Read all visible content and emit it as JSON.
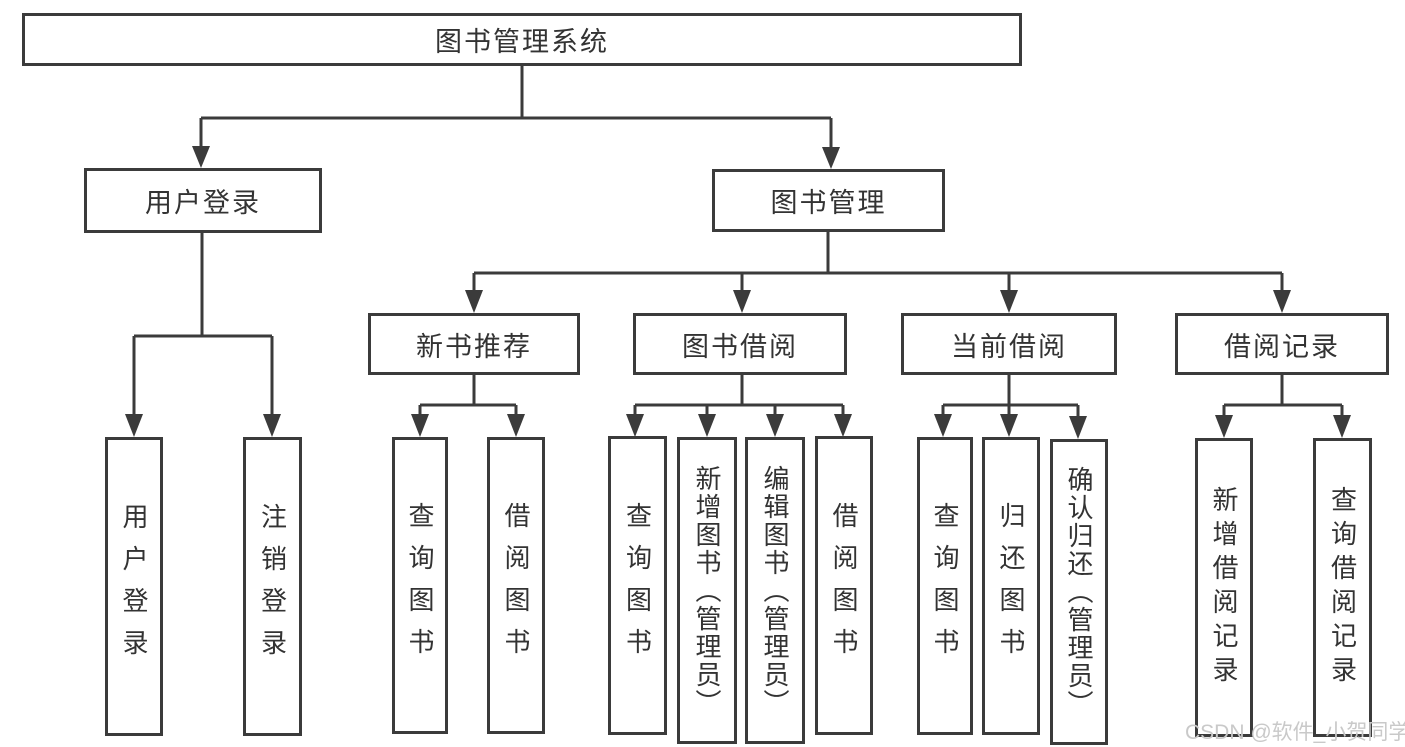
{
  "tree": {
    "root": {
      "label": "图书管理系统",
      "children": [
        {
          "label": "用户登录",
          "children": [
            {
              "label": "用户登录"
            },
            {
              "label": "注销登录"
            }
          ]
        },
        {
          "label": "图书管理",
          "children": [
            {
              "label": "新书推荐",
              "children": [
                {
                  "label": "查询图书"
                },
                {
                  "label": "借阅图书"
                }
              ]
            },
            {
              "label": "图书借阅",
              "children": [
                {
                  "label": "查询图书"
                },
                {
                  "label": "新增图书（管理员）"
                },
                {
                  "label": "编辑图书（管理员）"
                },
                {
                  "label": "借阅图书"
                }
              ]
            },
            {
              "label": "当前借阅",
              "children": [
                {
                  "label": "查询图书"
                },
                {
                  "label": "归还图书"
                },
                {
                  "label": "确认归还（管理员）"
                }
              ]
            },
            {
              "label": "借阅记录",
              "children": [
                {
                  "label": "新增借阅记录"
                },
                {
                  "label": "查询借阅记录"
                }
              ]
            }
          ]
        }
      ]
    }
  },
  "watermark": {
    "text": "CSDN @软件_小贺同学"
  },
  "colors": {
    "line": "#3b3b3b",
    "text": "#333333",
    "bg": "#ffffff",
    "watermark": "#c9c9c9"
  }
}
